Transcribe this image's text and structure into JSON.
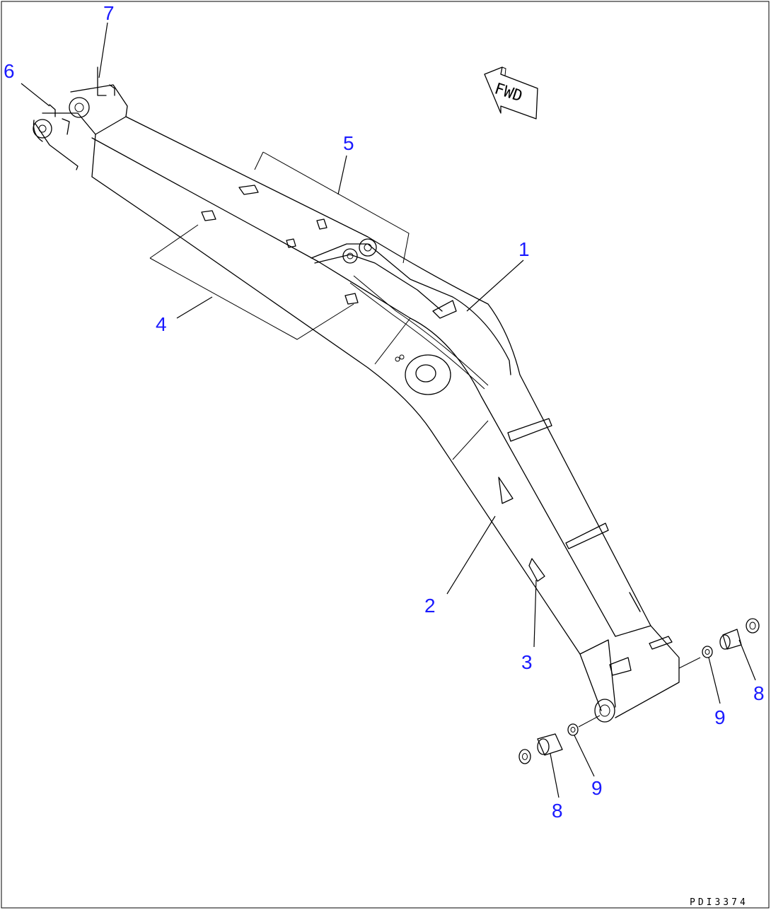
{
  "callouts": {
    "c1": "1",
    "c2": "2",
    "c3": "3",
    "c4": "4",
    "c5": "5",
    "c6": "6",
    "c7": "7",
    "c8a": "8",
    "c8b": "8",
    "c9a": "9",
    "c9b": "9"
  },
  "direction_label": "FWD",
  "drawing_code": "PDI3374",
  "colors": {
    "callout": "#1a1aff",
    "line": "#000000",
    "background": "#ffffff"
  }
}
